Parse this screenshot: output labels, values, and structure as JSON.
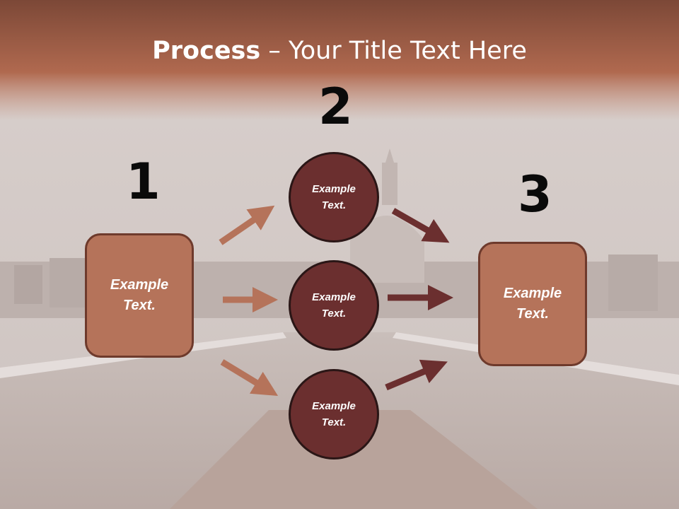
{
  "title": {
    "bold": "Process",
    "rest": " – Your Title Text Here"
  },
  "steps": [
    {
      "number": "1",
      "text": "Example\nText."
    },
    {
      "number": "2",
      "text": "Example\nText."
    },
    {
      "number": "3",
      "text": "Example\nText."
    }
  ],
  "circles": [
    {
      "text": "Example\nText."
    },
    {
      "text": "Example\nText."
    },
    {
      "text": "Example\nText."
    }
  ],
  "colors": {
    "title_band": "#9a5a44",
    "box_fill": "#b5735a",
    "circle_fill": "#6b2f2f",
    "arrow_light": "#b5735a",
    "arrow_dark": "#6b2f2f"
  }
}
